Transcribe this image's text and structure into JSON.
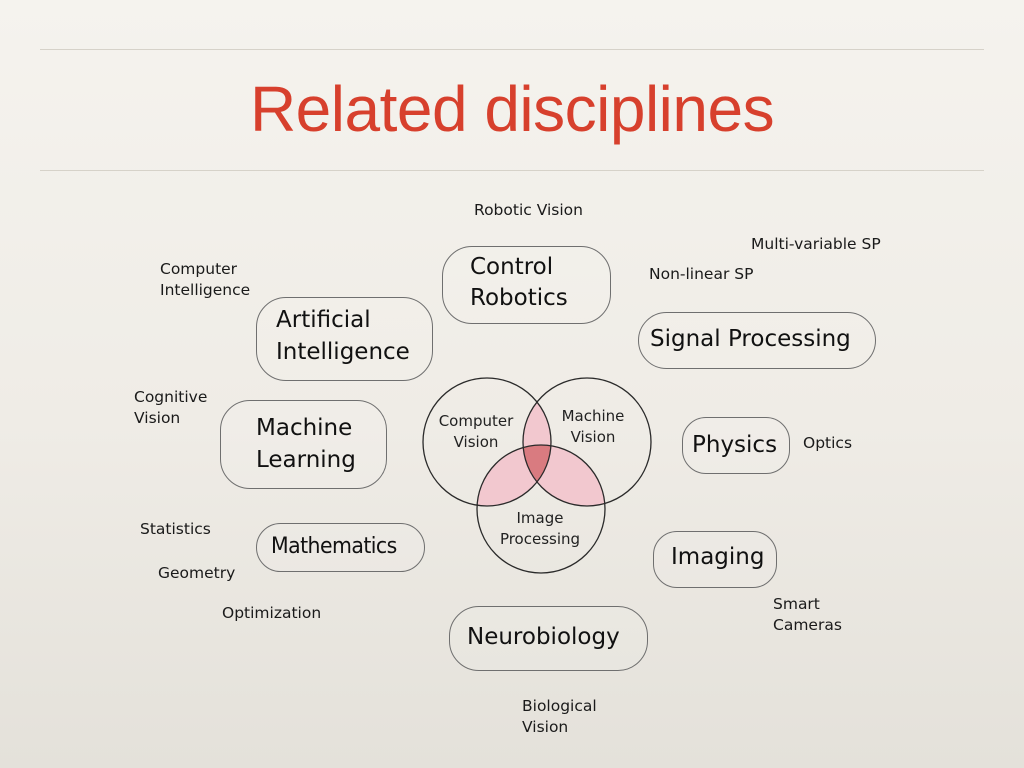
{
  "slide": {
    "title": "Related disciplines"
  },
  "venn": {
    "circles": [
      {
        "line1": "Computer",
        "line2": "Vision"
      },
      {
        "line1": "Machine",
        "line2": "Vision"
      },
      {
        "line1": "Image",
        "line2": "Processing"
      }
    ],
    "overlap_color": "#f2c8cf",
    "center_color": "#d97b80"
  },
  "nodes": [
    {
      "line1": "Control",
      "line2": "Robotics"
    },
    {
      "line1": "Artificial",
      "line2": "Intelligence"
    },
    {
      "line1": "Machine",
      "line2": "Learning"
    },
    {
      "line1": "Mathematics"
    },
    {
      "line1": "Signal Processing"
    },
    {
      "line1": "Physics"
    },
    {
      "line1": "Imaging"
    },
    {
      "line1": "Neurobiology"
    }
  ],
  "annotations": {
    "robotic_vision": "Robotic Vision",
    "multi_variable_sp": "Multi-variable SP",
    "non_linear_sp": "Non-linear SP",
    "computer_intelligence_1": "Computer",
    "computer_intelligence_2": "Intelligence",
    "cognitive_vision_1": "Cognitive",
    "cognitive_vision_2": "Vision",
    "optics": "Optics",
    "statistics": "Statistics",
    "geometry": "Geometry",
    "optimization": "Optimization",
    "smart_cameras_1": "Smart",
    "smart_cameras_2": "Cameras",
    "biological_vision_1": "Biological",
    "biological_vision_2": "Vision"
  }
}
